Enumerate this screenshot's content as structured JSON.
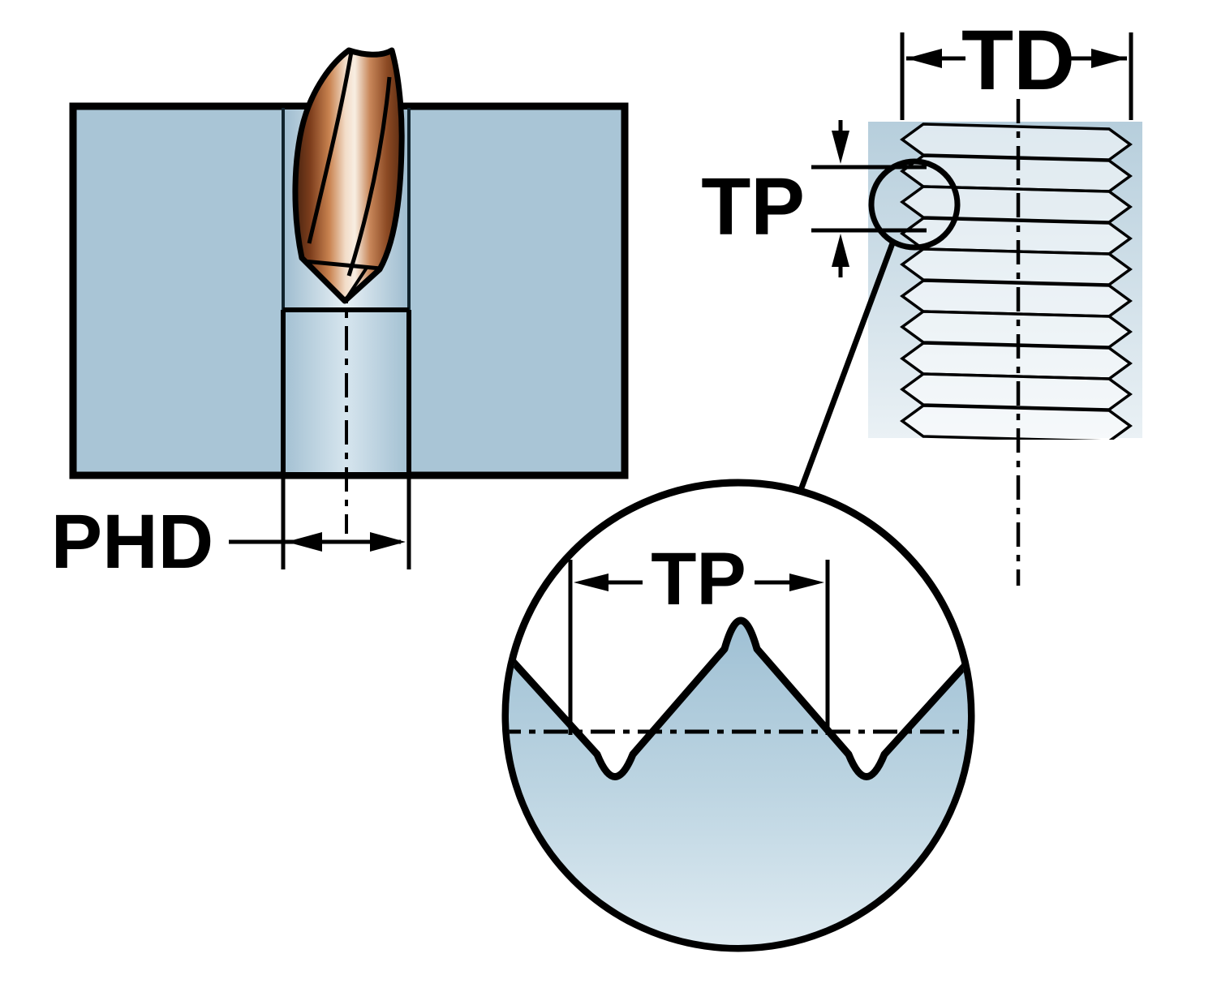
{
  "diagram": {
    "labels": {
      "pre_hole_diameter": "PHD",
      "thread_diameter": "TD",
      "thread_pitch": "TP",
      "thread_pitch_detail": "TP"
    },
    "colors": {
      "workpiece_blue": "#a9c5d6",
      "outline_black": "#000000",
      "tool_copper": "#c98350",
      "background_white": "#ffffff"
    }
  }
}
